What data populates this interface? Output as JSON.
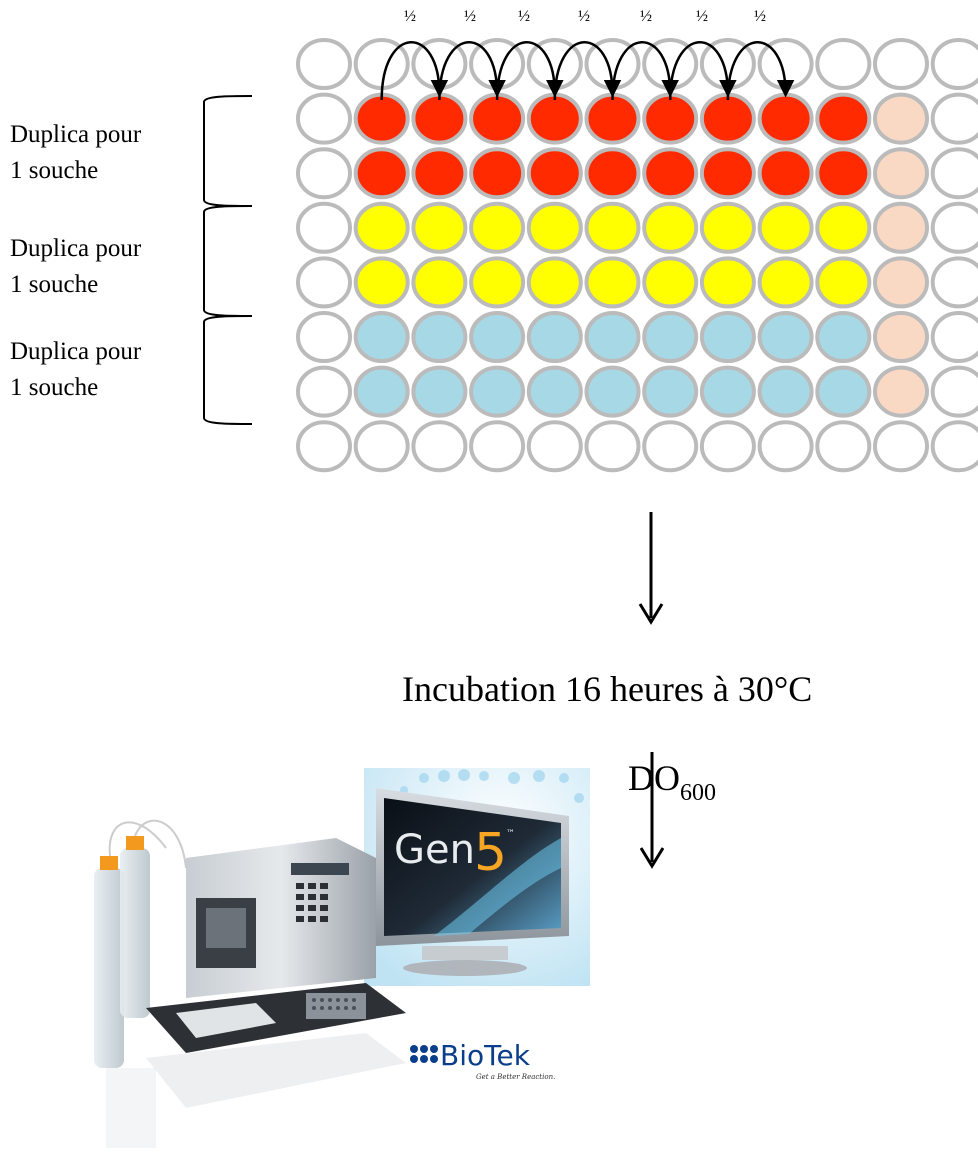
{
  "dilution": {
    "fractions": [
      "½",
      "½",
      "½",
      "½",
      "½",
      "½",
      "½"
    ]
  },
  "groups": [
    {
      "line1": "Duplica pour",
      "line2": "1 souche"
    },
    {
      "line1": "Duplica pour",
      "line2": "1 souche"
    },
    {
      "line1": "Duplica pour",
      "line2": "1 souche"
    }
  ],
  "plate": {
    "rows": 8,
    "cols": 12,
    "well_colors": {
      "empty": "#ffffff",
      "strain_1": "#ff2a00",
      "strain_2": "#ffff00",
      "strain_3": "#a7d8e6",
      "control": "#fad9c4",
      "rim": "#bbbbbb"
    }
  },
  "steps": {
    "incubation": "Incubation 16 heures à 30°C",
    "measure_main": "DO",
    "measure_sub": "600"
  },
  "software": {
    "brand": "Gen",
    "version": "5",
    "tm": "™"
  },
  "vendor": {
    "name": "BioTek",
    "tagline": "Get a Better Reaction."
  }
}
